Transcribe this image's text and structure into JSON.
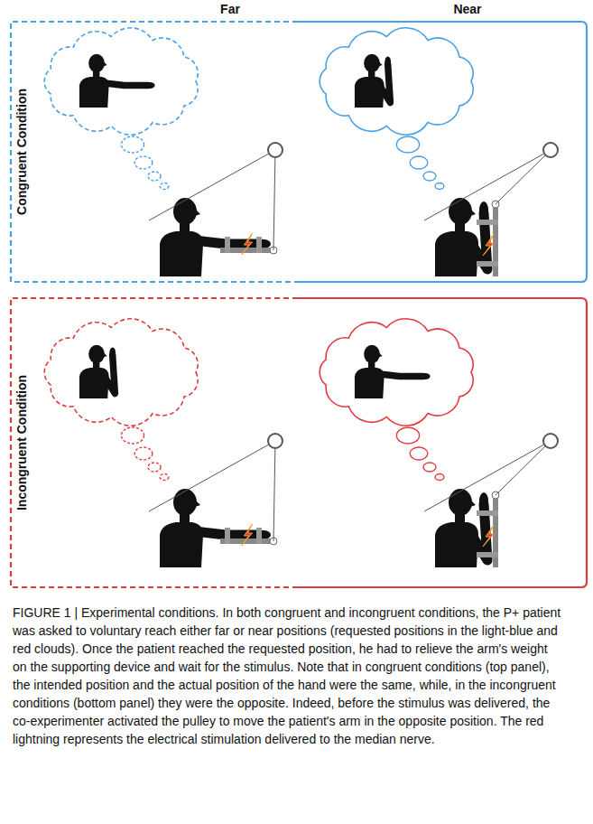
{
  "diagram": {
    "caption": "FIGURE 1 | Experimental conditions. In both congruent and incongruent conditions, the P+ patient was asked to voluntary reach either far or near positions (requested positions in the light-blue and red clouds). Once the patient reached the requested position, he had to relieve the arm's weight on the supporting device and wait for the stimulus. Note that in congruent conditions (top panel), the intended position and the actual position of the hand were the same, while, in the incongruent conditions (bottom panel) they were the opposite. Indeed, before the stimulus was delivered, the co-experimenter activated the pulley to move the patient's arm in the opposite position. The red lightning represents the electrical stimulation delivered to the median nerve.",
    "nodes": [
      {
        "text": [
          "Congruent Condition"
        ]
      },
      {
        "text": [
          "Incongruent Condition"
        ]
      }
    ],
    "labels": [
      "Far",
      "Near"
    ]
  }
}
